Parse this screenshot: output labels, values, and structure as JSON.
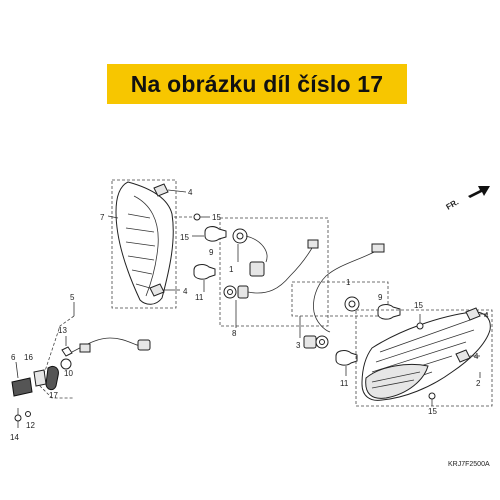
{
  "banner": {
    "text": "Na obrázku díl číslo 17",
    "color": "#f7c600"
  },
  "direction_marker": {
    "text": "FR."
  },
  "diagram_code": "KRJ7F2500A",
  "callouts": {
    "c1a": "1",
    "c1b": "1",
    "c2": "2",
    "c3": "3",
    "c4a": "4",
    "c4b": "4",
    "c4c": "4",
    "c4d": "4",
    "c5": "5",
    "c6": "6",
    "c7": "7",
    "c8": "8",
    "c9a": "9",
    "c9b": "9",
    "c10": "10",
    "c11a": "11",
    "c11b": "11",
    "c12": "12",
    "c13": "13",
    "c14": "14",
    "c15a": "15",
    "c15b": "15",
    "c15c": "15",
    "c15d": "15",
    "c16": "16",
    "c17": "17"
  }
}
